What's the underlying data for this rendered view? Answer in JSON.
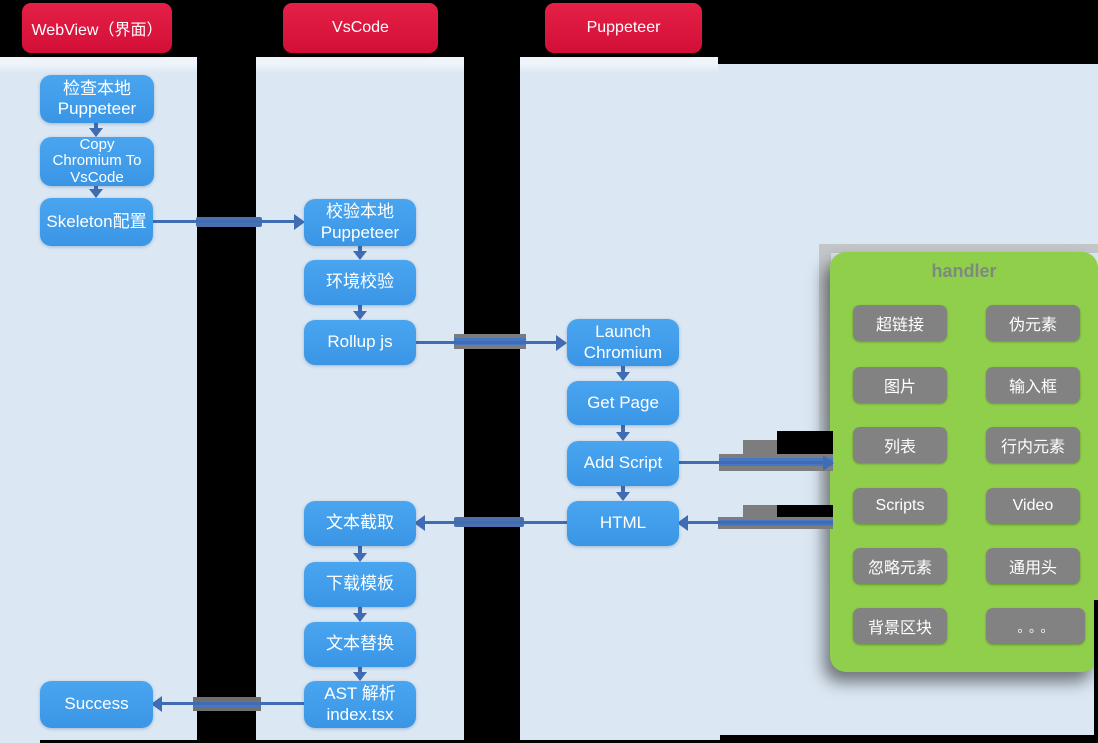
{
  "headers": {
    "webview": "WebView（界面）",
    "vscode": "VsCode",
    "puppeteer": "Puppeteer"
  },
  "webview_lane": {
    "check_local": "检查本地\nPuppeteer",
    "copy_chromium": "Copy\nChromium To\nVsCode",
    "skeleton_config": "Skeleton配置",
    "success": "Success"
  },
  "vscode_lane": {
    "verify_local": "校验本地\nPuppeteer",
    "env_check": "环境校验",
    "rollup_js": "Rollup js",
    "text_extract": "文本截取",
    "download_template": "下载模板",
    "text_replace": "文本替换",
    "ast_parse": "AST 解析\nindex.tsx"
  },
  "puppeteer_lane": {
    "launch_chromium": "Launch\nChromium",
    "get_page": "Get Page",
    "add_script": "Add Script",
    "html": "HTML"
  },
  "handler_panel": {
    "title": "handler",
    "items": [
      {
        "label": "超链接"
      },
      {
        "label": "伪元素"
      },
      {
        "label": "图片"
      },
      {
        "label": "输入框"
      },
      {
        "label": "列表"
      },
      {
        "label": "行内元素"
      },
      {
        "label": "Scripts"
      },
      {
        "label": "Video"
      },
      {
        "label": "忽略元素"
      },
      {
        "label": "通用头"
      },
      {
        "label": "背景区块"
      },
      {
        "label": "。。。"
      }
    ]
  },
  "colors": {
    "header_red": "#d30f38",
    "node_blue": "#3f9ce9",
    "lane_blue": "#dbe7f3",
    "panel_green": "#90cf4b",
    "handler_box_gray": "#828282",
    "arrow_blue": "#3f6cb3",
    "overlay_navy": "#4b70ad",
    "overlay_gray": "#7c7c7c",
    "background_black": "#000000"
  }
}
